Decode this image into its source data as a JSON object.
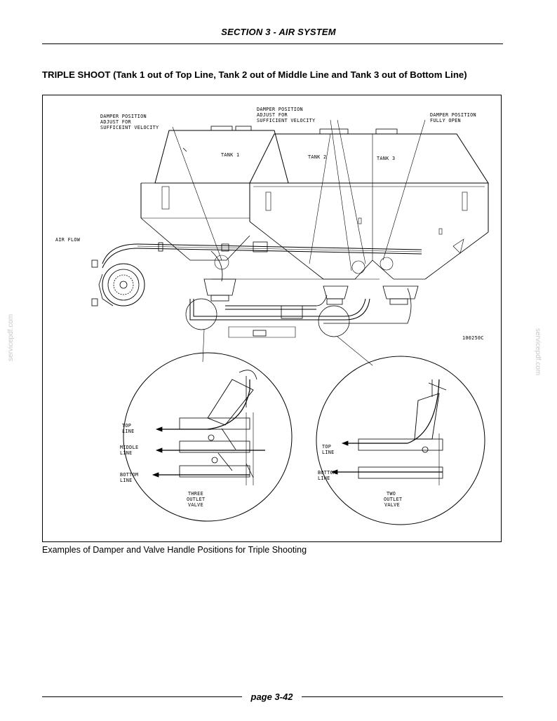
{
  "header": {
    "title": "SECTION 3 - AIR SYSTEM"
  },
  "section": {
    "heading": "TRIPLE SHOOT (Tank 1 out of Top Line, Tank 2 out of Middle Line and Tank 3 out of Bottom Line)"
  },
  "figure": {
    "labels": {
      "damper1_l1": "DAMPER POSITION",
      "damper1_l2": "ADJUST FOR",
      "damper1_l3": "SUFFICEINT VELOCITY",
      "damper2_l1": "DAMPER POSITION",
      "damper2_l2": "ADJUST FOR",
      "damper2_l3": "SUFFICIENT VELOCITY",
      "damper3_l1": "DAMPER POSITION",
      "damper3_l2": "FULLY OPEN",
      "tank1": "TANK 1",
      "tank2": "TANK 2",
      "tank3": "TANK 3",
      "air_flow": "AIR FLOW",
      "drawing_id": "100250C",
      "left_top_line_1": "TOP",
      "left_top_line_2": "LINE",
      "left_middle_line_1": "MIDDLE",
      "left_middle_line_2": "LINE",
      "left_bottom_line_1": "BOTTOM",
      "left_bottom_line_2": "LINE",
      "three_outlet_1": "THREE",
      "three_outlet_2": "OUTLET",
      "three_outlet_3": "VALVE",
      "right_top_line_1": "TOP",
      "right_top_line_2": "LINE",
      "right_bottom_line_1": "BOTTOM",
      "right_bottom_line_2": "LINE",
      "two_outlet_1": "TWO",
      "two_outlet_2": "OUTLET",
      "two_outlet_3": "VALVE"
    }
  },
  "caption": "Examples of Damper and Valve Handle Positions for Triple Shooting",
  "footer": {
    "page": "page 3-42"
  },
  "watermark": "servicepdf.com"
}
